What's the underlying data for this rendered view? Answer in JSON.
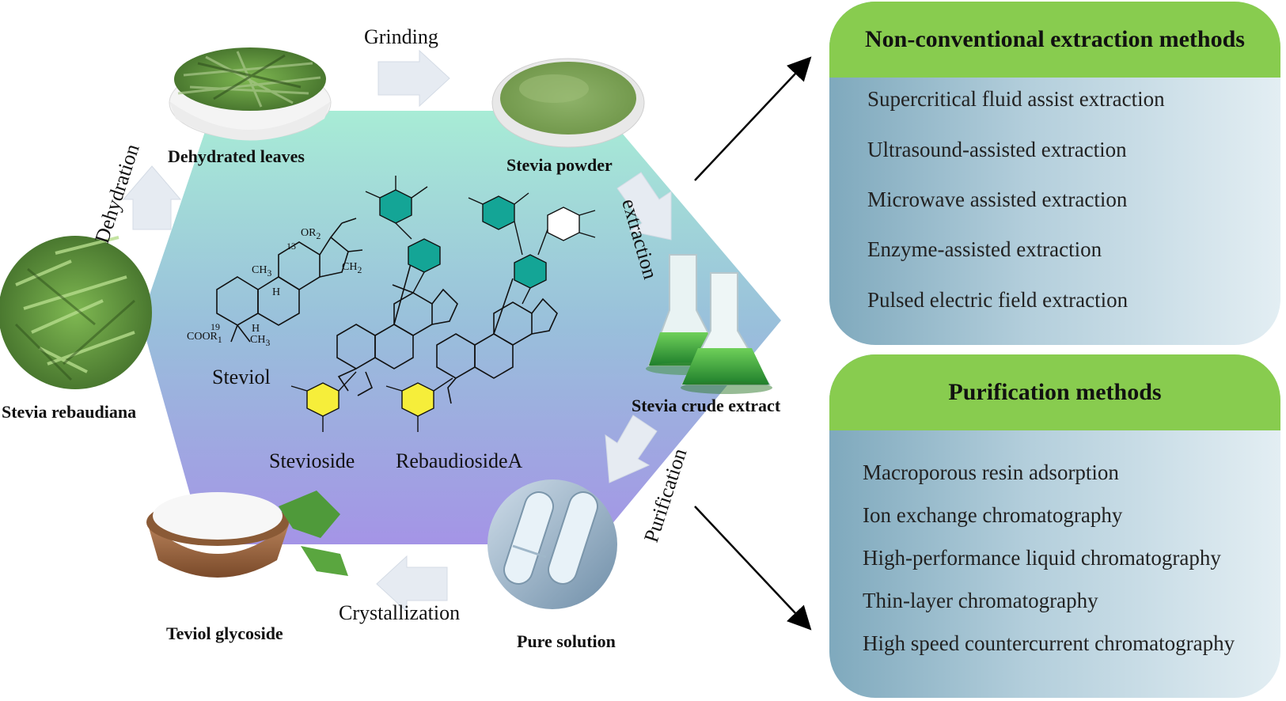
{
  "stages": {
    "dehydrated_leaves": "Dehydrated leaves",
    "stevia_powder": "Stevia powder",
    "stevia_crude_extract": "Stevia crude extract",
    "pure_solution": "Pure solution",
    "teviol_glycoside": "Teviol glycoside",
    "stevia_rebaudiana": "Stevia rebaudiana"
  },
  "steps": {
    "grinding": "Grinding",
    "extraction": "extraction",
    "purification": "Purification",
    "crystallization": "Crystallization",
    "dehydration": "Dehydration"
  },
  "molecules": {
    "steviol": "Steviol",
    "stevioside": "Stevioside",
    "rebaudioside_a": "RebaudiosideA",
    "or2": "OR",
    "or2_sub": "2",
    "c13": "13",
    "c19": "19",
    "ch2": "CH",
    "ch2_sub": "2",
    "ch3_a": "CH",
    "ch3_a_sub": "3",
    "ch3_b": "CH",
    "ch3_b_sub": "3",
    "h_a": "H",
    "h_b": "H",
    "coor": "COOR",
    "coor_sub": "1"
  },
  "extraction_panel": {
    "title": "Non-conventional extraction methods",
    "items": [
      "Supercritical fluid assist extraction",
      "Ultrasound-assisted extraction",
      "Microwave assisted extraction",
      "Enzyme-assisted extraction",
      "Pulsed electric field extraction"
    ]
  },
  "purification_panel": {
    "title": "Purification methods",
    "items": [
      "Macroporous resin adsorption",
      "Ion exchange chromatography",
      "High-performance liquid chromatography",
      "Thin-layer chromatography",
      "High speed countercurrent chromatography"
    ]
  },
  "colors": {
    "hexagon_top": "#a8ecd6",
    "hexagon_bottom": "#a494e6",
    "panel_header": "#88cc4f",
    "panel_body": "#9dbfcf",
    "glucose_teal": "#14a596",
    "glucose_yellow": "#f6ee3a",
    "arrow_fill": "#e6ebf2"
  }
}
